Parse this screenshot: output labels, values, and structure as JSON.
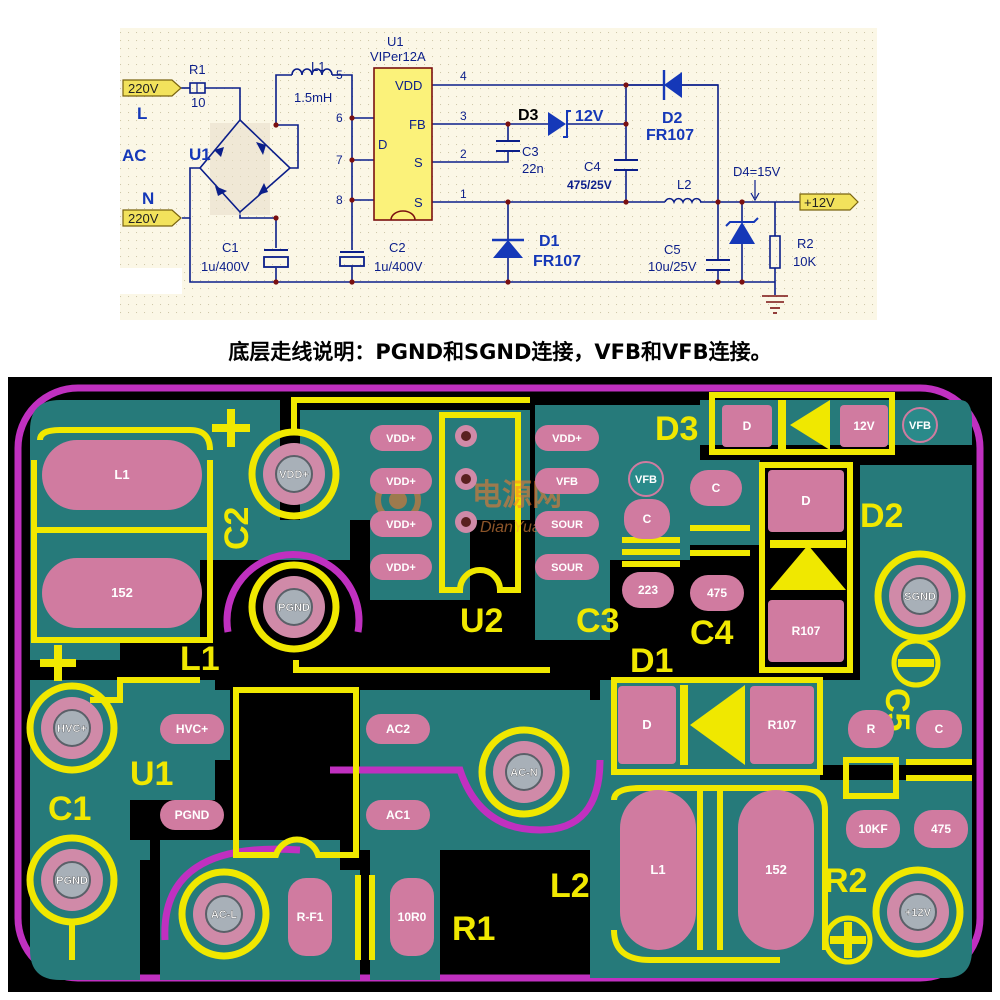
{
  "schematic": {
    "u1_ref": "U1",
    "u1_part": "VIPer12A",
    "pins": {
      "vdd": "VDD",
      "fb": "FB",
      "d": "D",
      "s1": "S",
      "s2": "S"
    },
    "pin_numbers": {
      "p4": "4",
      "p3": "3",
      "p2": "2",
      "p1": "1",
      "p5": "5",
      "p6": "6",
      "p7": "7",
      "p8": "8"
    },
    "inputs": {
      "l_volt": "220V",
      "l_label": "L",
      "ac": "AC",
      "n_label": "N",
      "n_volt": "220V"
    },
    "r1": {
      "ref": "R1",
      "value": "10"
    },
    "l1": {
      "ref": "L1",
      "value": "1.5mH"
    },
    "bridge_ref": "U1",
    "c1": {
      "ref": "C1",
      "value": "1u/400V"
    },
    "c2": {
      "ref": "C2",
      "value": "1u/400V"
    },
    "d3": {
      "ref": "D3",
      "value": "12V"
    },
    "c3": {
      "ref": "C3",
      "value": "22n"
    },
    "c4": {
      "ref": "C4",
      "value": "475/25V"
    },
    "d2": {
      "ref": "D2",
      "value": "FR107"
    },
    "d1": {
      "ref": "D1",
      "value": "FR107"
    },
    "l2": {
      "ref": "L2"
    },
    "c5": {
      "ref": "C5",
      "value": "10u/25V"
    },
    "d4": "D4=15V",
    "r2": {
      "ref": "R2",
      "value": "10K"
    },
    "out": "+12V"
  },
  "caption": "底层走线说明：PGND和SGND连接，VFB和VFB连接。",
  "pcb": {
    "silk": {
      "C2": "C2",
      "L1": "L1",
      "U1": "U1",
      "C1": "C1",
      "U2": "U2",
      "C3": "C3",
      "C4": "C4",
      "D1": "D1",
      "D3": "D3",
      "D2": "D2",
      "C5": "C5",
      "L2": "L2",
      "R2": "R2",
      "R1": "R1",
      "plus1": "+",
      "plus2": "+"
    },
    "pads": {
      "l1_top": "L1",
      "l1_bot": "152",
      "vdd_big": "VDD+",
      "pgnd_big": "PGND",
      "hvc_big": "HVC+",
      "hvc_small": "HVC+",
      "pgnd_small": "PGND",
      "pgnd_big2": "PGND",
      "acl": "AC-L",
      "rf1": "R-F1",
      "r10": "10R0",
      "ac2": "AC2",
      "ac1": "AC1",
      "acn": "AC-N",
      "vdd1": "VDD+",
      "vdd2": "VDD+",
      "vdd3": "VDD+",
      "vdd4": "VDD+",
      "vdd_r": "VDD+",
      "vfb_r": "VFB",
      "sour1": "SOUR",
      "sour2": "SOUR",
      "vfb_via": "VFB",
      "c_small": "C",
      "c_pad1": "C",
      "p223": "223",
      "p475a": "475",
      "d3_d": "D",
      "d3_12v": "12V",
      "vfb_top": "VFB",
      "d2_d": "D",
      "d2_r107": "R107",
      "d1_d": "D",
      "d1_r107": "R107",
      "sgnd": "SGND",
      "r_pad": "R",
      "c_pad2": "C",
      "l2_a": "L1",
      "l2_b": "152",
      "k10": "10KF",
      "p475b": "475",
      "out12": "+12V"
    },
    "watermark": "电源网",
    "watermark_sub": "DianYuan.com"
  }
}
